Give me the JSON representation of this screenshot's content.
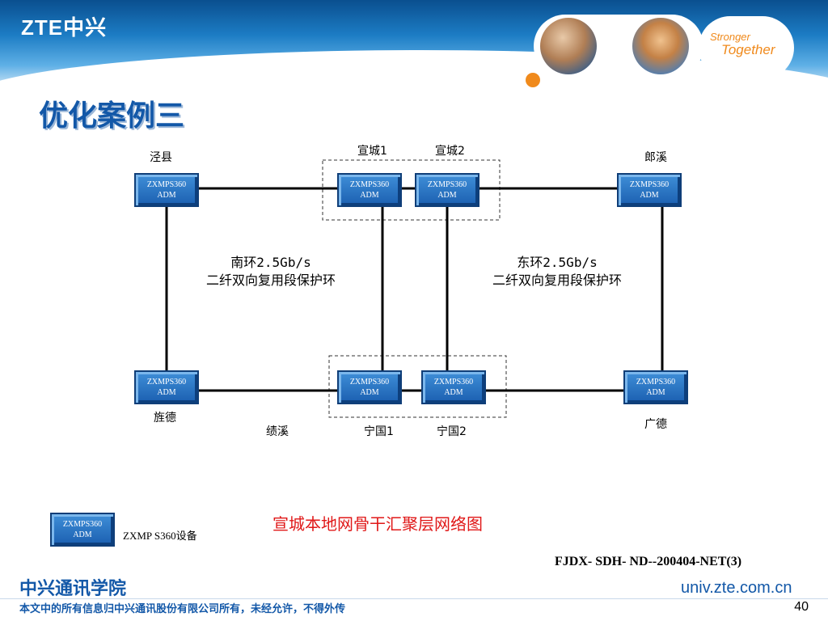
{
  "header": {
    "logo_text": "ZTE中兴",
    "slogan_line1": "Stronger",
    "slogan_line2": "Together"
  },
  "page_title": "优化案例三",
  "diagram": {
    "node_line1": "ZXMPS360",
    "node_line2": "ADM",
    "places": {
      "jingxian": "泾县",
      "xuancheng1": "宣城1",
      "xuancheng2": "宣城2",
      "langxi": "郎溪",
      "jingde": "旌德",
      "jixi": "绩溪",
      "ningguo1": "宁国1",
      "ningguo2": "宁国2",
      "guangde": "广德"
    },
    "south_ring": {
      "line1": "南环2.5Gb/s",
      "line2": "二纤双向复用段保护环"
    },
    "east_ring": {
      "line1": "东环2.5Gb/s",
      "line2": "二纤双向复用段保护环"
    },
    "caption": "宣城本地网骨干汇聚层网络图",
    "legend_label": "ZXMP S360设备"
  },
  "doc_code": "FJDX- SDH- ND--200404-NET(3)",
  "footer": {
    "school": "中兴通讯学院",
    "copyright": "本文中的所有信息归中兴通讯股份有限公司所有，未经允许，不得外传",
    "url": "univ.zte.com.cn",
    "page_number": "40"
  },
  "colors": {
    "title_blue": "#1358a8",
    "caption_red": "#e01818",
    "node_blue": "#1b5fb0",
    "accent_orange": "#f08a1c"
  }
}
